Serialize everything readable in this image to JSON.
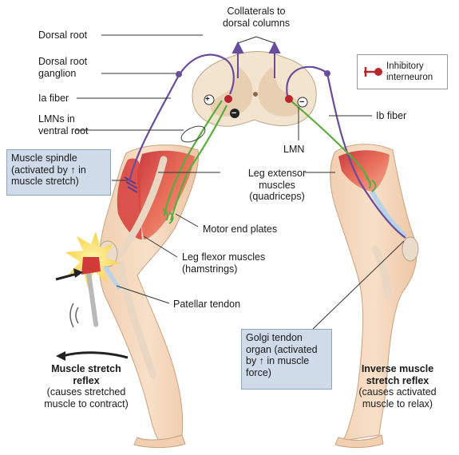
{
  "labels": {
    "collaterals": [
      "Collaterals to",
      "dorsal columns"
    ],
    "dorsal_root": "Dorsal root",
    "dorsal_root_ganglion": [
      "Dorsal root",
      "ganglion"
    ],
    "ia_fiber": "Ia fiber",
    "lmns_ventral": [
      "LMNs in",
      "ventral root"
    ],
    "ib_fiber": "Ib fiber",
    "lmn": "LMN",
    "leg_extensor": [
      "Leg extensor",
      "muscles",
      "(quadriceps)"
    ],
    "motor_end_plates": "Motor end plates",
    "leg_flexor": [
      "Leg flexor muscles",
      "(hamstrings)"
    ],
    "patellar_tendon": "Patellar tendon",
    "plus_sign": "+",
    "minus_sign": "−"
  },
  "boxes": {
    "muscle_spindle": [
      "Muscle spindle",
      "(activated by ↑ in",
      "muscle stretch)"
    ],
    "golgi_tendon": [
      "Golgi tendon",
      "organ (activated",
      "by ↑ in muscle",
      "force)"
    ]
  },
  "legend": {
    "label": [
      "Inhibitory",
      "interneuron"
    ],
    "icon": "inhibitory-interneuron-icon"
  },
  "reflexes": {
    "left_title": [
      "Muscle stretch",
      "reflex"
    ],
    "left_desc": [
      "(causes stretched",
      "muscle to contract)"
    ],
    "right_title": [
      "Inverse muscle",
      "stretch reflex"
    ],
    "right_desc": [
      "(causes activated",
      "muscle to relax)"
    ]
  },
  "colors": {
    "sensory_fiber": "#6a4c9c",
    "motor_fiber": "#5aad3c",
    "interneuron": "#b8262d",
    "muscle": "#e4574a",
    "skin": "#f6d9bf",
    "spinal_cord": "#f3e4d0",
    "box_fill": "#cfdbe9"
  }
}
